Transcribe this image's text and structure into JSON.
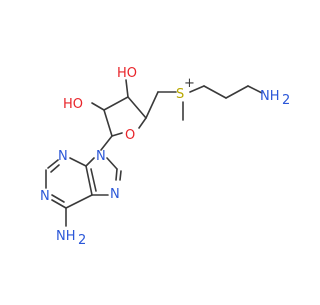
{
  "colors": {
    "bond": "#3a3a3a",
    "carbon": "#3a3a3a",
    "oxygen": "#e8242a",
    "nitrogen": "#2b57d8",
    "sulfur": "#b8a800",
    "background": "#ffffff"
  },
  "atoms": {
    "oh_top": {
      "label": "HO",
      "element": "O"
    },
    "oh_left": {
      "label": "HO",
      "element": "O"
    },
    "ring_o": {
      "label": "O",
      "element": "O"
    },
    "sulfonium": {
      "label": "S",
      "charge": "+",
      "element": "S"
    },
    "amine_terminal": {
      "label": "NH",
      "subscript": "2",
      "element": "N"
    },
    "purine_n9": {
      "label": "N",
      "element": "N"
    },
    "purine_n7": {
      "label": "N",
      "element": "N"
    },
    "purine_n3": {
      "label": "N",
      "element": "N"
    },
    "purine_n1": {
      "label": "N",
      "element": "N"
    },
    "adenine_amino": {
      "label": "NH",
      "subscript": "2",
      "element": "N"
    }
  }
}
